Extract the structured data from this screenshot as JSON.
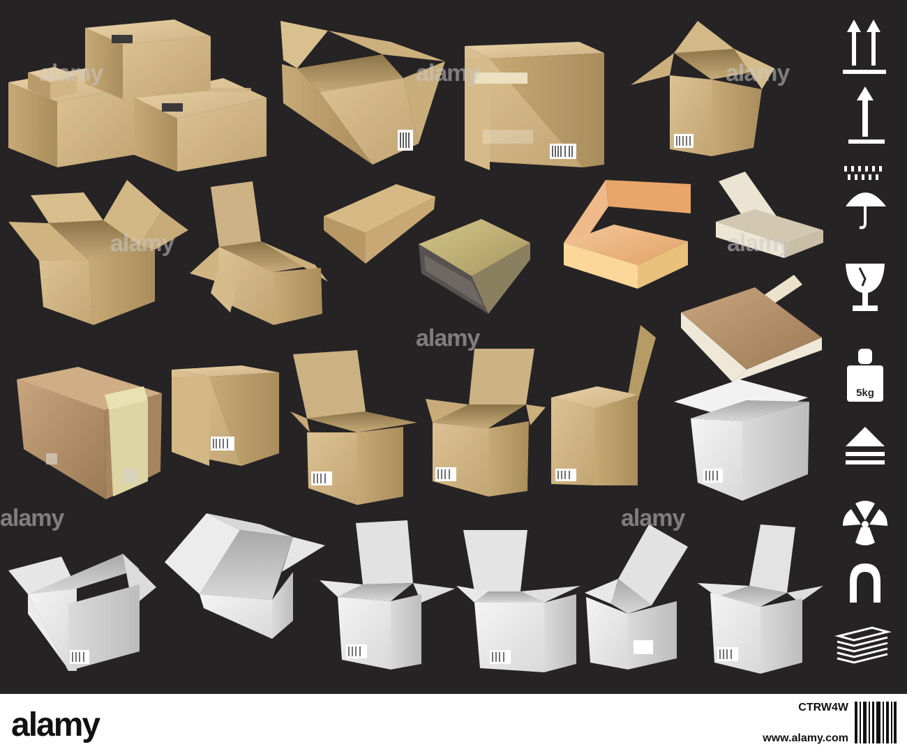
{
  "watermark": {
    "text": "alamy"
  },
  "footer": {
    "logo": "alamy",
    "image_id": "CTRW4W",
    "url": "www.alamy.com"
  },
  "symbols": {
    "weight_label": "5kg"
  },
  "colors": {
    "background": "#262324",
    "kraft": "#d8bc8c",
    "kraft_dark": "#b89e6c",
    "white_box": "#e8e8e8",
    "footer": "#ffffff"
  }
}
